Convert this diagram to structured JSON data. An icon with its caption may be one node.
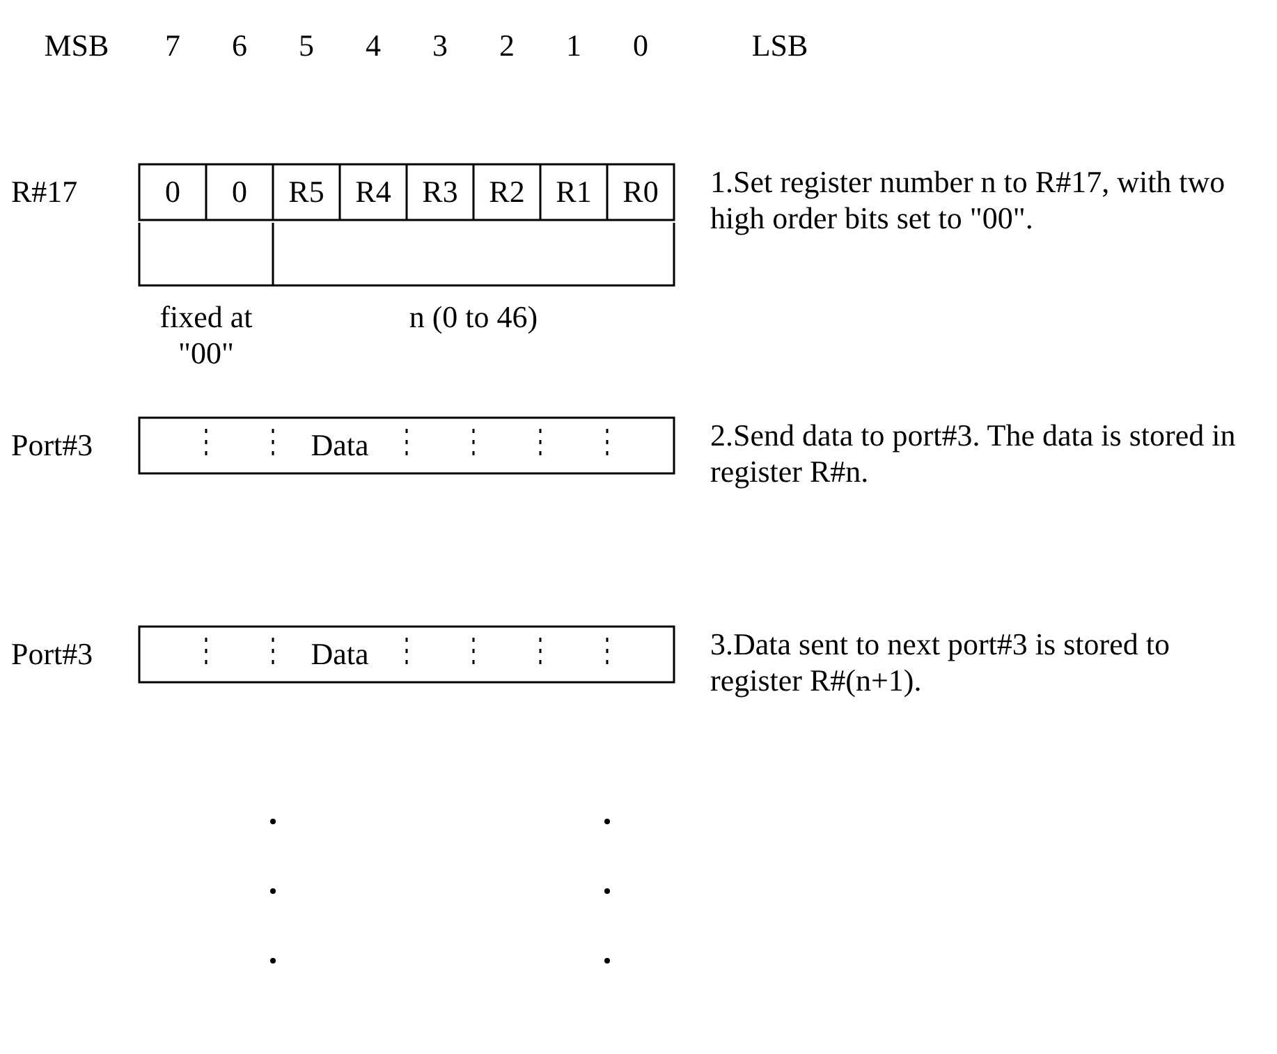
{
  "diagram": {
    "labels": [
      "MSB",
      "7",
      "6",
      "5",
      "4",
      "3",
      "2",
      "1",
      "0",
      "LSB",
      "R#17",
      "0",
      "0",
      "R5",
      "R4",
      "R3",
      "R2",
      "R1",
      "R0",
      "1.Set register number n to R#17, with two high order bits set to \"00\".",
      "fixed at \"00\"",
      "n (0 to 46)",
      "Port#3",
      "Data",
      "2.Send data to port#3. The data is stored in register R#n.",
      "Port#3",
      "Data",
      "3.Data sent to next port#3 is stored to register R#(n+1)."
    ]
  }
}
